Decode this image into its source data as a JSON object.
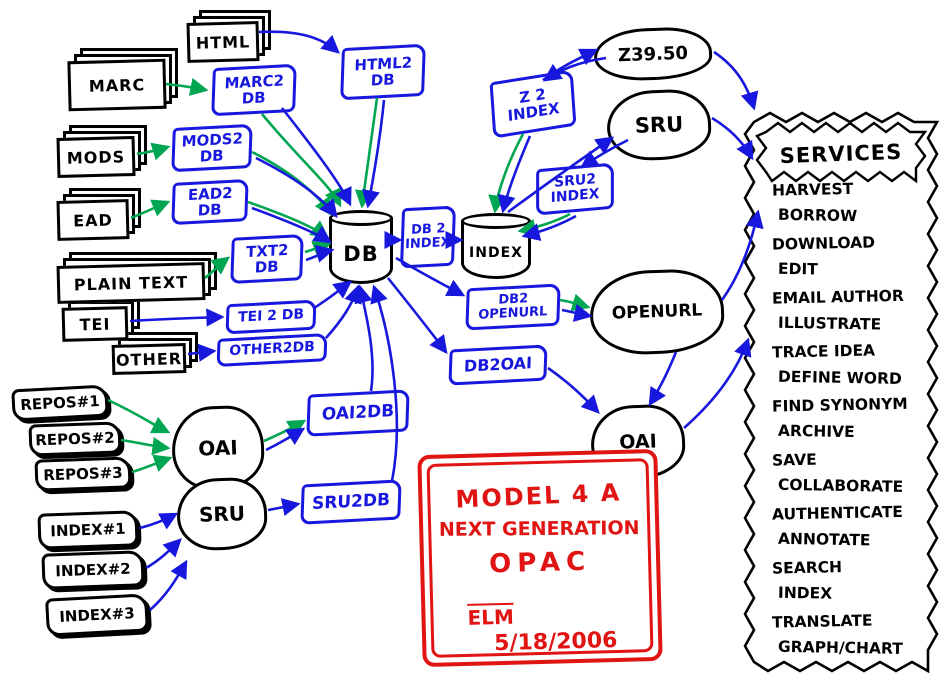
{
  "title": "Model 4 A Next Generation OPAC diagram",
  "colors": {
    "blue": "#1717dd",
    "green": "#00a651",
    "red": "#e11414",
    "black": "#000000"
  },
  "nodes": {
    "html": {
      "label": "HTML"
    },
    "marc": {
      "label": "MARC"
    },
    "mods": {
      "label": "MODS"
    },
    "ead": {
      "label": "EAD"
    },
    "plain_text": {
      "label": "PLAIN TEXT"
    },
    "tei": {
      "label": "TEI"
    },
    "other": {
      "label": "OTHER"
    },
    "marc2db": {
      "label": "MARC2 DB"
    },
    "html2db": {
      "label": "HTML2 DB"
    },
    "mods2db": {
      "label": "MODS2 DB"
    },
    "ead2db": {
      "label": "EAD2 DB"
    },
    "txt2db": {
      "label": "TXT2 DB"
    },
    "tei2db": {
      "label": "TEI 2 DB"
    },
    "other2db": {
      "label": "OTHER2DB"
    },
    "oai2db": {
      "label": "OAI2DB"
    },
    "sru2db": {
      "label": "SRU2DB"
    },
    "db": {
      "label": "DB"
    },
    "db2index": {
      "label": "DB 2 INDEX"
    },
    "index": {
      "label": "INDEX"
    },
    "z2index": {
      "label": "Z 2 INDEX"
    },
    "sru2index": {
      "label": "SRU2 INDEX"
    },
    "z3950": {
      "label": "Z39.50"
    },
    "sru_right": {
      "label": "SRU"
    },
    "openurl": {
      "label": "OPENURL"
    },
    "db2openurl": {
      "label": "DB2 OPENURL"
    },
    "db2oai": {
      "label": "DB2OAI"
    },
    "oai_right": {
      "label": "OAI"
    },
    "oai_left": {
      "label": "OAI"
    },
    "sru_left": {
      "label": "SRU"
    },
    "repos1": {
      "label": "REPOS#1"
    },
    "repos2": {
      "label": "REPOS#2"
    },
    "repos3": {
      "label": "REPOS#3"
    },
    "index1": {
      "label": "INDEX#1"
    },
    "index2": {
      "label": "INDEX#2"
    },
    "index3": {
      "label": "INDEX#3"
    }
  },
  "annotation": {
    "line1": "MODEL 4 A",
    "line2": "NEXT GENERATION",
    "line3": "OPAC",
    "signature": "ELM",
    "date": "5/18/2006"
  },
  "services": {
    "title": "SERVICES",
    "items": [
      "HARVEST",
      "BORROW",
      "DOWNLOAD",
      "EDIT",
      "EMAIL AUTHOR",
      "ILLUSTRATE",
      "TRACE IDEA",
      "DEFINE WORD",
      "FIND SYNONYM",
      "ARCHIVE",
      "SAVE",
      "COLLABORATE",
      "AUTHENTICATE",
      "ANNOTATE",
      "SEARCH",
      "INDEX",
      "TRANSLATE",
      "GRAPH/CHART"
    ]
  }
}
